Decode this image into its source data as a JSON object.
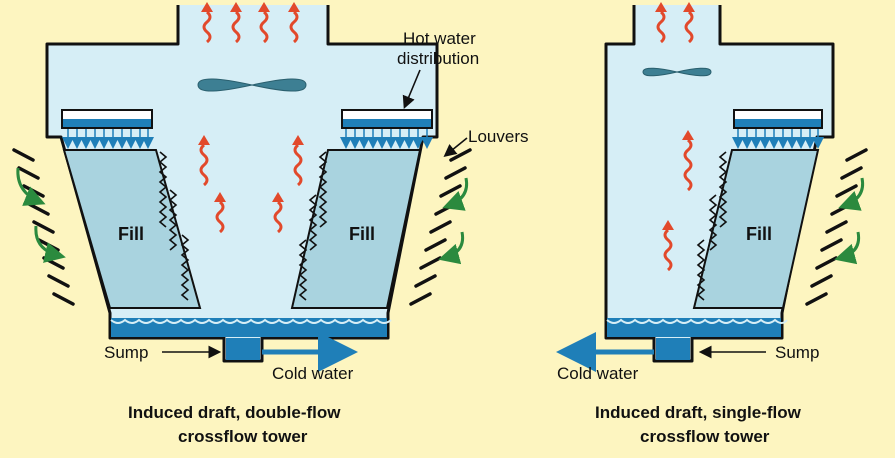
{
  "colors": {
    "background": "#fdf5c0",
    "tower_interior": "#d6eef6",
    "fill_media": "#a9d3df",
    "water": "#1f7fb8",
    "outline": "#111111",
    "heat_arrow": "#e2492b",
    "air_arrow": "#2b8a3e",
    "fan": "#3d7f93"
  },
  "icons": [
    "fan-icon",
    "heat-arrow-icon",
    "air-inflow-arrow-icon",
    "louver-icon",
    "water-drop-icon"
  ],
  "left_tower": {
    "fill_left": "Fill",
    "fill_right": "Fill",
    "hot_water_label_line1": "Hot water",
    "hot_water_label_line2": "distribution",
    "louvers_label": "Louvers",
    "sump_label": "Sump",
    "cold_water_label": "Cold water",
    "caption_line1": "Induced draft, double-flow",
    "caption_line2": "crossflow tower"
  },
  "right_tower": {
    "fill": "Fill",
    "sump_label": "Sump",
    "cold_water_label": "Cold water",
    "caption_line1": "Induced draft, single-flow",
    "caption_line2": "crossflow tower"
  }
}
